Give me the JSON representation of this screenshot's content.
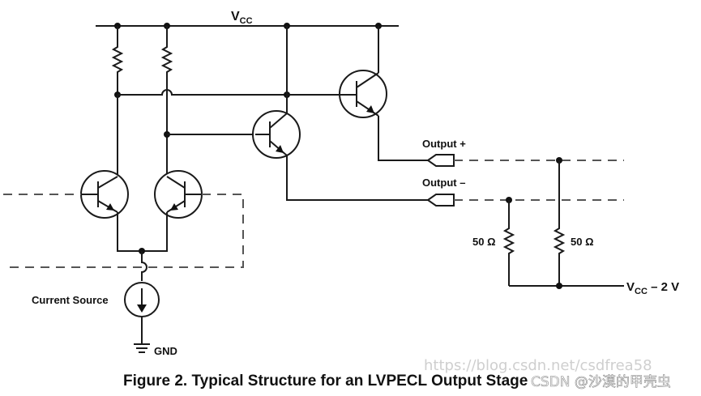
{
  "labels": {
    "vcc": "V",
    "vcc_sub": "CC",
    "output_plus": "Output +",
    "output_minus": "Output –",
    "r1": "50 Ω",
    "r2": "50 Ω",
    "vcc_minus": "V",
    "vcc_minus_sub": "CC",
    "vcc_minus_rest": " – 2 V",
    "current_source": "Current Source",
    "gnd": "GND"
  },
  "caption": "Figure 2.  Typical Structure for an LVPECL Output Stage",
  "watermark": "https://blog.csdn.net/csdfrea58",
  "watermark_overlay": "CSDN @沙漠的甲壳虫"
}
